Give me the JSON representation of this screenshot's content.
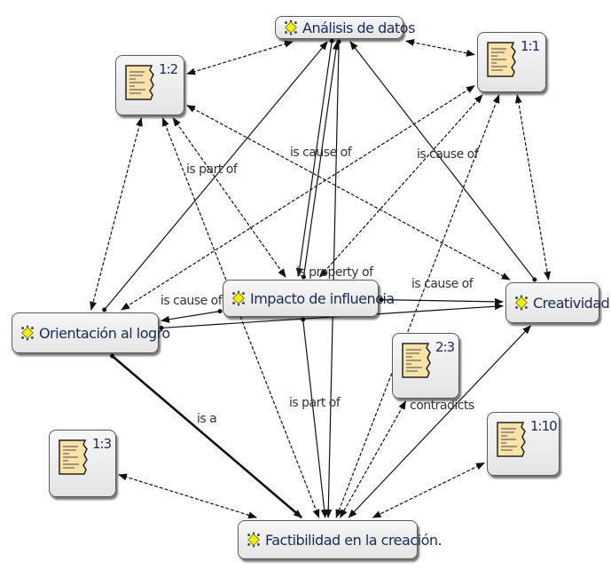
{
  "nodes": {
    "analisis": {
      "label": "Análisis de datos",
      "type": "code",
      "icon": "code-diamond-icon"
    },
    "orientacion": {
      "label": "Orientación al logro",
      "type": "code",
      "icon": "code-diamond-icon"
    },
    "impacto": {
      "label": "Impacto de influencia",
      "type": "code",
      "icon": "code-diamond-icon"
    },
    "creatividad": {
      "label": "Creatividad",
      "type": "code",
      "icon": "code-diamond-icon"
    },
    "factibilidad": {
      "label": "Factibilidad en la creación.",
      "type": "code",
      "icon": "code-diamond-icon"
    },
    "memo12": {
      "label": "1:2",
      "type": "quotation",
      "icon": "quotation-document-icon"
    },
    "memo11": {
      "label": "1:1",
      "type": "quotation",
      "icon": "quotation-document-icon"
    },
    "memo23": {
      "label": "2:3",
      "type": "quotation",
      "icon": "quotation-document-icon"
    },
    "memo13": {
      "label": "1:3",
      "type": "quotation",
      "icon": "quotation-document-icon"
    },
    "memo110": {
      "label": "1:10",
      "type": "quotation",
      "icon": "quotation-document-icon"
    }
  },
  "edge_labels": {
    "is_part_of_top": "is part of",
    "is_cause_of_center": "is cause of",
    "is_cause_of_right": "is cause of",
    "is_property_of": "is property of",
    "is_cause_of_left": "is cause of",
    "is_cause_of_impact_creat": "is cause of",
    "is_part_of_bottom": "is part of",
    "is_a": "is a",
    "contradicts": "contradicts"
  },
  "edges": [
    {
      "from": "memo12",
      "to": "analisis",
      "style": "dashed",
      "arrows": "both"
    },
    {
      "from": "analisis",
      "to": "memo11",
      "style": "dashed",
      "arrows": "both"
    },
    {
      "from": "memo12",
      "to": "orientacion",
      "style": "dashed",
      "arrows": "both"
    },
    {
      "from": "memo12",
      "to": "impacto",
      "style": "dashed",
      "arrows": "both",
      "label": "is_part_of_top"
    },
    {
      "from": "memo12",
      "to": "creatividad",
      "style": "dashed",
      "arrows": "both"
    },
    {
      "from": "memo11",
      "to": "orientacion",
      "style": "dashed",
      "arrows": "both"
    },
    {
      "from": "memo11",
      "to": "impacto",
      "style": "dashed",
      "arrows": "both"
    },
    {
      "from": "memo11",
      "to": "creatividad",
      "style": "dashed",
      "arrows": "both"
    },
    {
      "from": "orientacion",
      "to": "analisis",
      "style": "solid",
      "arrows": "to"
    },
    {
      "from": "impacto",
      "to": "analisis",
      "style": "solid",
      "arrows": "to",
      "label": "is_cause_of_center"
    },
    {
      "from": "analisis",
      "to": "impacto",
      "style": "solid",
      "arrows": "to",
      "label": "is_property_of"
    },
    {
      "from": "creatividad",
      "to": "analisis",
      "style": "solid",
      "arrows": "to"
    },
    {
      "from": "impacto",
      "to": "orientacion",
      "style": "solid",
      "arrows": "to",
      "label": "is_cause_of_left"
    },
    {
      "from": "impacto",
      "to": "creatividad",
      "style": "solid",
      "arrows": "to",
      "label": "is_cause_of_impact_creat"
    },
    {
      "from": "orientacion",
      "to": "creatividad",
      "style": "solid",
      "arrows": "to"
    },
    {
      "from": "orientacion",
      "to": "factibilidad",
      "style": "bold",
      "arrows": "to",
      "label": "is_a"
    },
    {
      "from": "impacto",
      "to": "factibilidad",
      "style": "solid",
      "arrows": "to",
      "label": "is_part_of_bottom"
    },
    {
      "from": "analisis",
      "to": "factibilidad",
      "style": "solid",
      "arrows": "to"
    },
    {
      "from": "memo12",
      "to": "factibilidad",
      "style": "dashed",
      "arrows": "both"
    },
    {
      "from": "memo11",
      "to": "factibilidad",
      "style": "dashed",
      "arrows": "both",
      "label": "is_cause_of_right"
    },
    {
      "from": "memo23",
      "to": "factibilidad",
      "style": "dashed",
      "arrows": "both",
      "label": "contradicts"
    },
    {
      "from": "creatividad",
      "to": "factibilidad",
      "style": "solid",
      "arrows": "both"
    },
    {
      "from": "memo13",
      "to": "factibilidad",
      "style": "dashed",
      "arrows": "both"
    },
    {
      "from": "memo110",
      "to": "factibilidad",
      "style": "dashed",
      "arrows": "both"
    }
  ]
}
